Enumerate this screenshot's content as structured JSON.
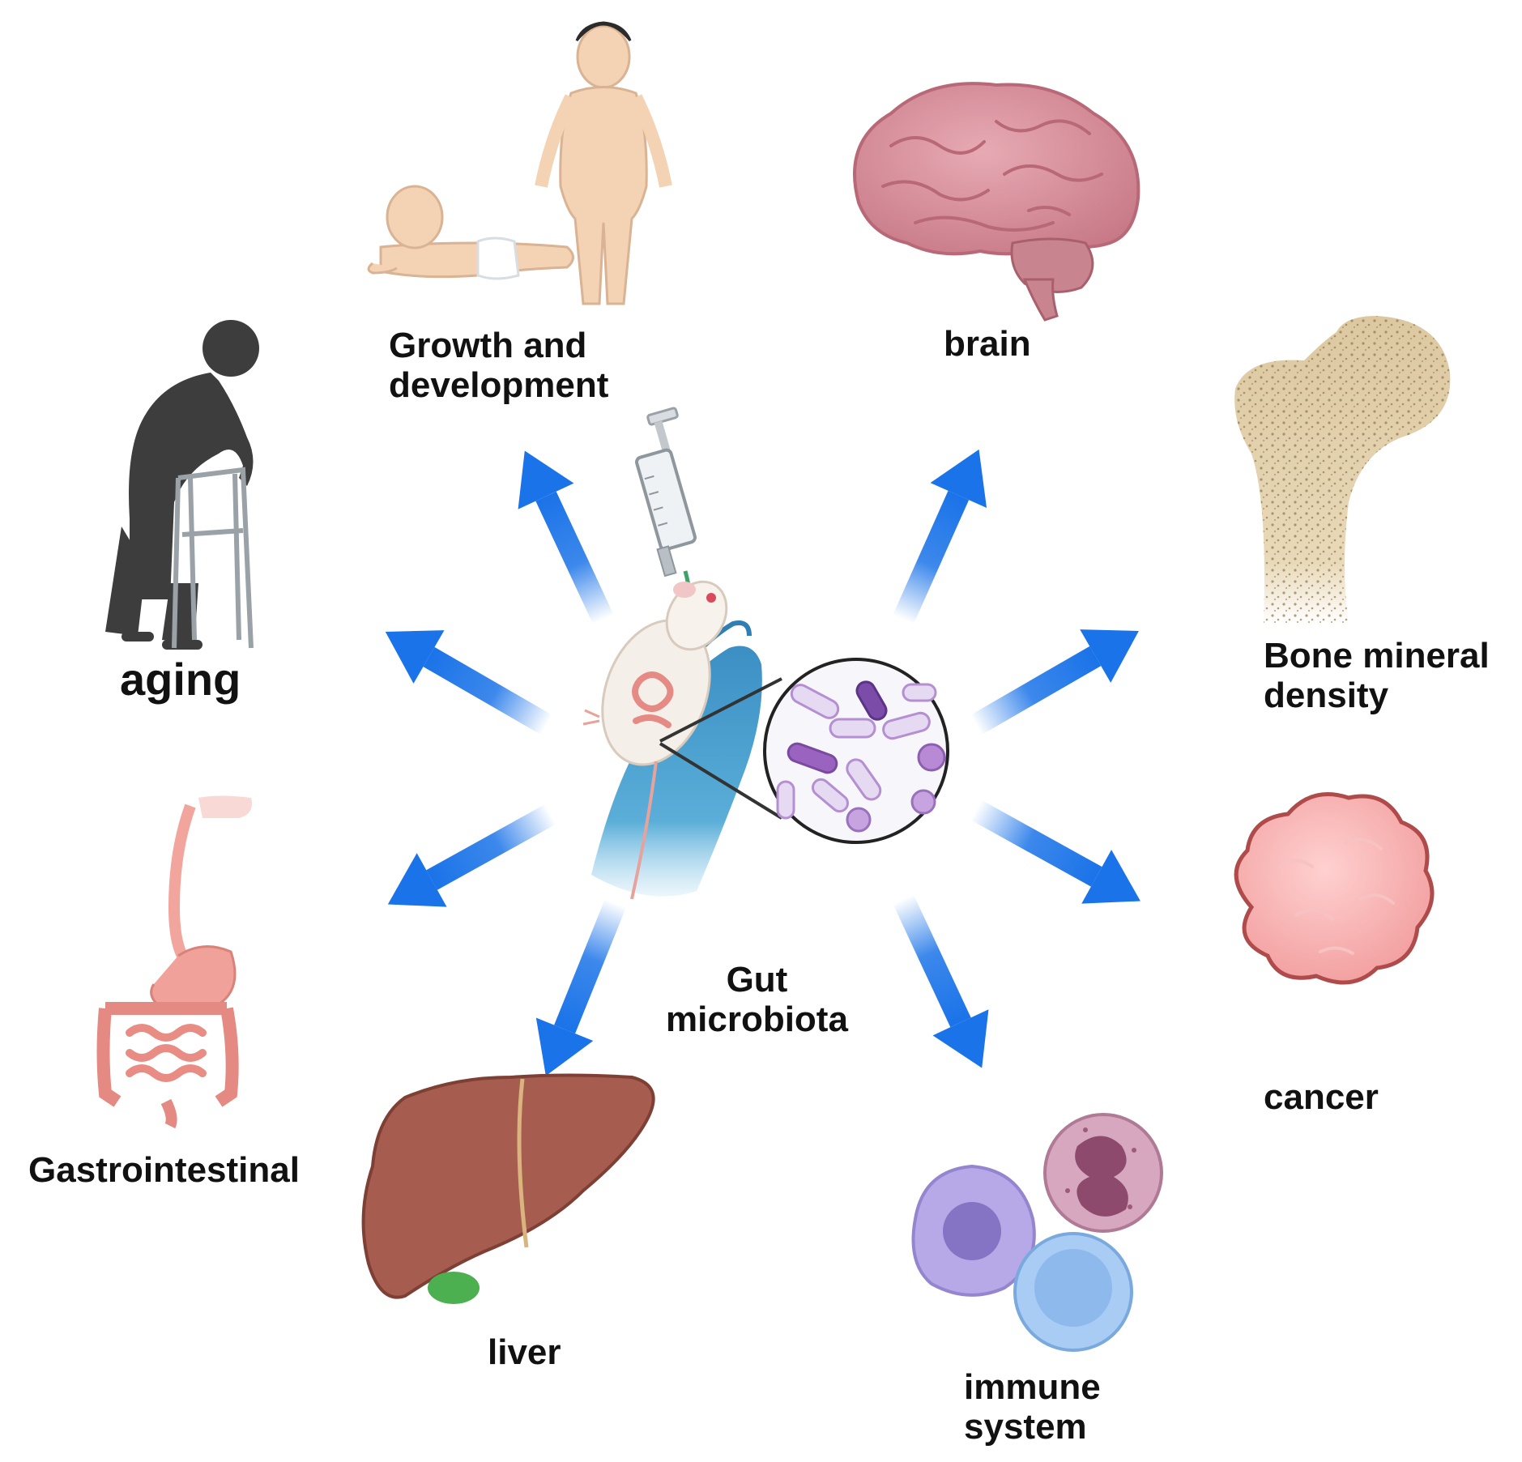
{
  "center": {
    "title_line1": "Gut",
    "title_line2": "microbiota"
  },
  "targets": {
    "growth": {
      "line1": "Growth and",
      "line2": "development"
    },
    "brain": {
      "label": "brain"
    },
    "bone": {
      "line1": "Bone mineral",
      "line2": "density"
    },
    "cancer": {
      "label": "cancer"
    },
    "immune": {
      "line1": "immune",
      "line2": "system"
    },
    "liver": {
      "label": "liver"
    },
    "gastro": {
      "label": "Gastrointestinal"
    },
    "aging": {
      "label": "aging"
    }
  },
  "colors": {
    "arrow": "#1a73e8",
    "brain": "#d98b9a",
    "bone": "#d8c39a",
    "cancer": "#f4a7a7",
    "liver": "#a85a4e",
    "gallbladder": "#4caf50",
    "gi_tract": "#ee9a92",
    "aging_silhouette": "#3d3d3d",
    "glove": "#4a9fd0",
    "immune_purple": "#b7a8e8",
    "immune_pink": "#c0849f",
    "immune_blue": "#9cc3f0"
  },
  "icons": [
    "syringe-icon",
    "mouse-icon",
    "bacteria-magnifier-icon"
  ]
}
